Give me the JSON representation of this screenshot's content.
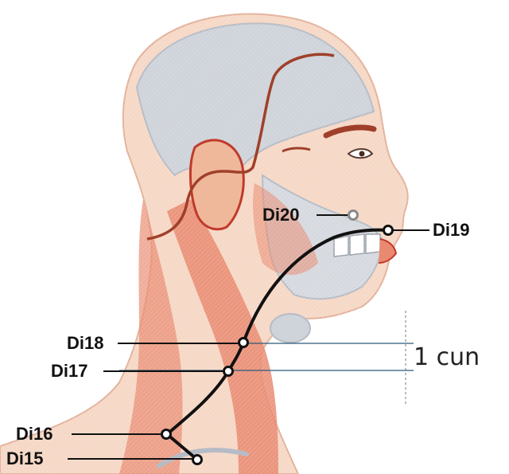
{
  "diagram": {
    "points": [
      {
        "id": "di15",
        "label": "Di15"
      },
      {
        "id": "di16",
        "label": "Di16"
      },
      {
        "id": "di17",
        "label": "Di17"
      },
      {
        "id": "di18",
        "label": "Di18"
      },
      {
        "id": "di19",
        "label": "Di19"
      },
      {
        "id": "di20",
        "label": "Di20"
      }
    ],
    "measurement": {
      "label": "1 cun"
    },
    "colors": {
      "skin": "#f6d8c6",
      "muscle": "#e98a70",
      "bone": "#cfd3da",
      "outline": "#c03a2b",
      "hairline": "#a0402a",
      "meridian": "#111111"
    }
  }
}
